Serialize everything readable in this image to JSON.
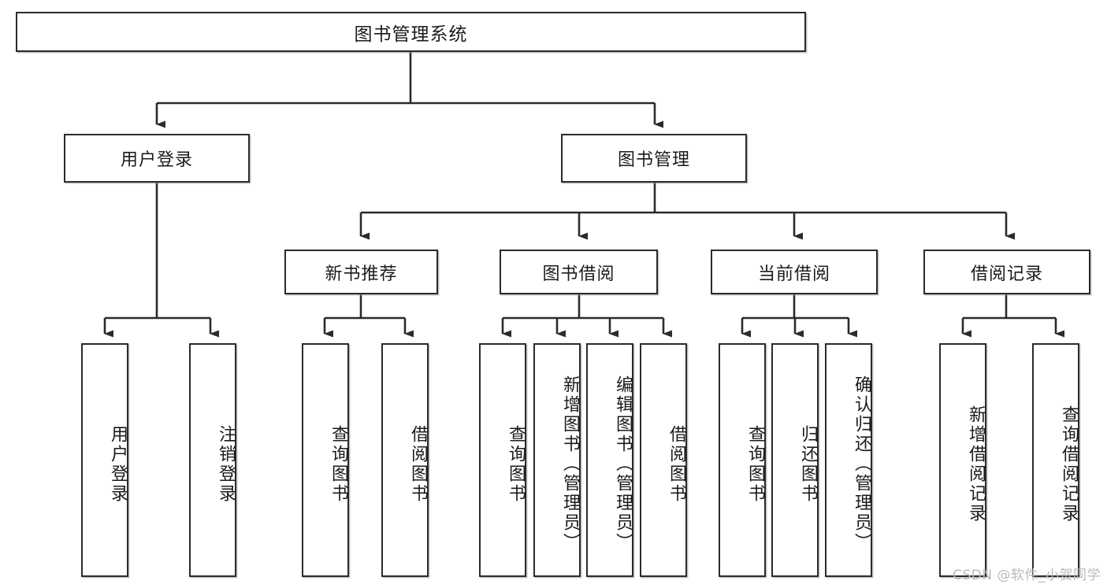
{
  "diagram": {
    "type": "tree-hierarchy",
    "title": "图书管理系统",
    "watermark": "CSDN @软件_小贺同学",
    "colors": {
      "box_border": "#2b2b2b",
      "box_fill": "#ffffff",
      "connector": "#2b2b2b",
      "text": "#1b1b1b",
      "watermark": "#b9b9b9"
    },
    "levels": {
      "level1": [
        {
          "id": "root",
          "label": "图书管理系统",
          "orientation": "horizontal"
        }
      ],
      "level2": [
        {
          "id": "user-login",
          "label": "用户登录",
          "orientation": "horizontal"
        },
        {
          "id": "book-manage",
          "label": "图书管理",
          "orientation": "horizontal"
        }
      ],
      "level3": [
        {
          "id": "new-book-rec",
          "label": "新书推荐",
          "orientation": "horizontal"
        },
        {
          "id": "book-borrow",
          "label": "图书借阅",
          "orientation": "horizontal"
        },
        {
          "id": "current-borrow",
          "label": "当前借阅",
          "orientation": "horizontal"
        },
        {
          "id": "borrow-record",
          "label": "借阅记录",
          "orientation": "horizontal"
        }
      ],
      "leaves": [
        {
          "id": "leaf-user-login",
          "label": "用户登录",
          "parent": "user-login",
          "orientation": "vertical"
        },
        {
          "id": "leaf-user-logout",
          "label": "注销登录",
          "parent": "user-login",
          "orientation": "vertical"
        },
        {
          "id": "leaf-rec-query",
          "label": "查询图书",
          "parent": "new-book-rec",
          "orientation": "vertical"
        },
        {
          "id": "leaf-rec-borrow",
          "label": "借阅图书",
          "parent": "new-book-rec",
          "orientation": "vertical"
        },
        {
          "id": "leaf-borrow-query",
          "label": "查询图书",
          "parent": "book-borrow",
          "orientation": "vertical"
        },
        {
          "id": "leaf-borrow-add",
          "label": "新增图书（管理员）",
          "parent": "book-borrow",
          "orientation": "vertical"
        },
        {
          "id": "leaf-borrow-edit",
          "label": "编辑图书（管理员）",
          "parent": "book-borrow",
          "orientation": "vertical"
        },
        {
          "id": "leaf-borrow-lend",
          "label": "借阅图书",
          "parent": "book-borrow",
          "orientation": "vertical"
        },
        {
          "id": "leaf-current-query",
          "label": "查询图书",
          "parent": "current-borrow",
          "orientation": "vertical"
        },
        {
          "id": "leaf-current-return",
          "label": "归还图书",
          "parent": "current-borrow",
          "orientation": "vertical"
        },
        {
          "id": "leaf-current-confirm",
          "label": "确认归还（管理员）",
          "parent": "current-borrow",
          "orientation": "vertical"
        },
        {
          "id": "leaf-record-add",
          "label": "新增借阅记录",
          "parent": "borrow-record",
          "orientation": "vertical"
        },
        {
          "id": "leaf-record-query",
          "label": "查询借阅记录",
          "parent": "borrow-record",
          "orientation": "vertical"
        }
      ]
    }
  }
}
